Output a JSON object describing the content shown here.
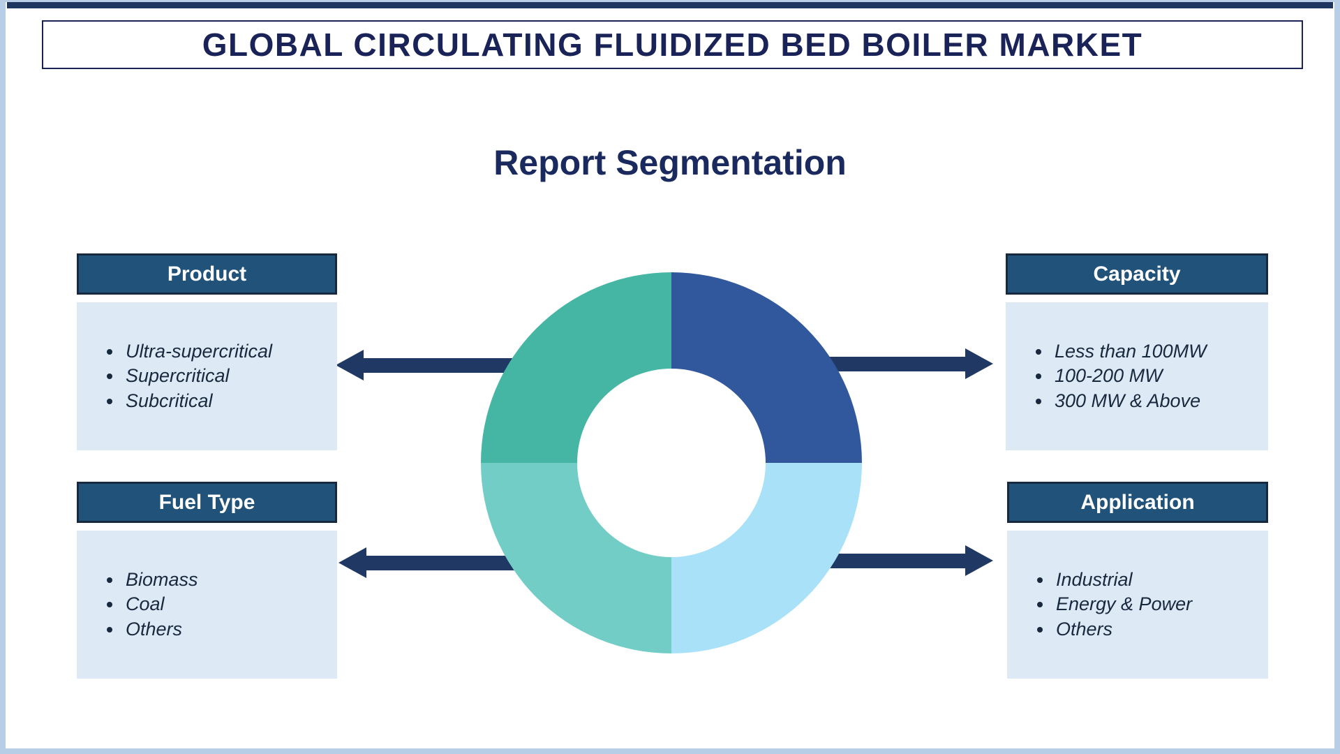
{
  "header": {
    "title": "GLOBAL CIRCULATING FLUIDIZED BED BOILER MARKET",
    "subtitle": "Report Segmentation"
  },
  "segments": [
    {
      "label": "Product",
      "position": "top-left",
      "items": [
        "Ultra-supercritical",
        "Supercritical",
        "Subcritical"
      ]
    },
    {
      "label": "Capacity",
      "position": "top-right",
      "items": [
        "Less than 100MW",
        "100-200 MW",
        "300 MW & Above"
      ]
    },
    {
      "label": "Fuel Type",
      "position": "bottom-left",
      "items": [
        "Biomass",
        "Coal",
        "Others"
      ]
    },
    {
      "label": "Application",
      "position": "bottom-right",
      "items": [
        "Industrial",
        "Energy & Power",
        "Others"
      ]
    }
  ],
  "colors": {
    "frame": "#b8cee6",
    "top_strip": "#1e3560",
    "title_text": "#1a2357",
    "subtitle_text": "#1b2a5e",
    "segment_header_fill": "#21527a",
    "segment_header_border": "#16293e",
    "segment_header_text": "#ffffff",
    "segment_body_fill": "#dee9f6",
    "segment_body_text": "#18293e",
    "arrow": "#1f3864"
  },
  "chart_data": {
    "type": "pie",
    "donut": true,
    "title": "Report Segmentation",
    "legend_position": "none",
    "segments": [
      {
        "name": "Capacity",
        "quadrant": "top-right",
        "value": 25,
        "color": "#31589c"
      },
      {
        "name": "Application",
        "quadrant": "bottom-right",
        "value": 25,
        "color": "#a9e2f8"
      },
      {
        "name": "Fuel Type",
        "quadrant": "bottom-left",
        "value": 25,
        "color": "#72cdc7"
      },
      {
        "name": "Product",
        "quadrant": "top-left",
        "value": 25,
        "color": "#45b6a4"
      }
    ]
  }
}
